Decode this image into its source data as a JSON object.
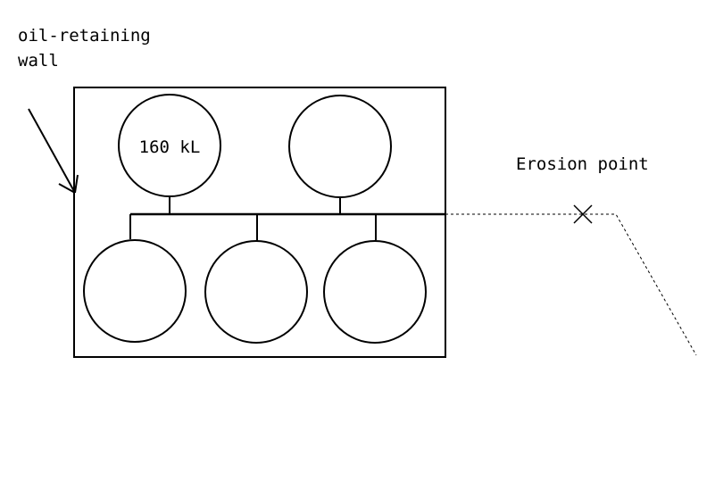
{
  "labels": {
    "wall_line1": "oil-retaining",
    "wall_line2": "wall",
    "tank_capacity": "160 kL",
    "erosion": "Erosion point"
  },
  "colors": {
    "stroke": "#000000",
    "background": "#ffffff"
  }
}
